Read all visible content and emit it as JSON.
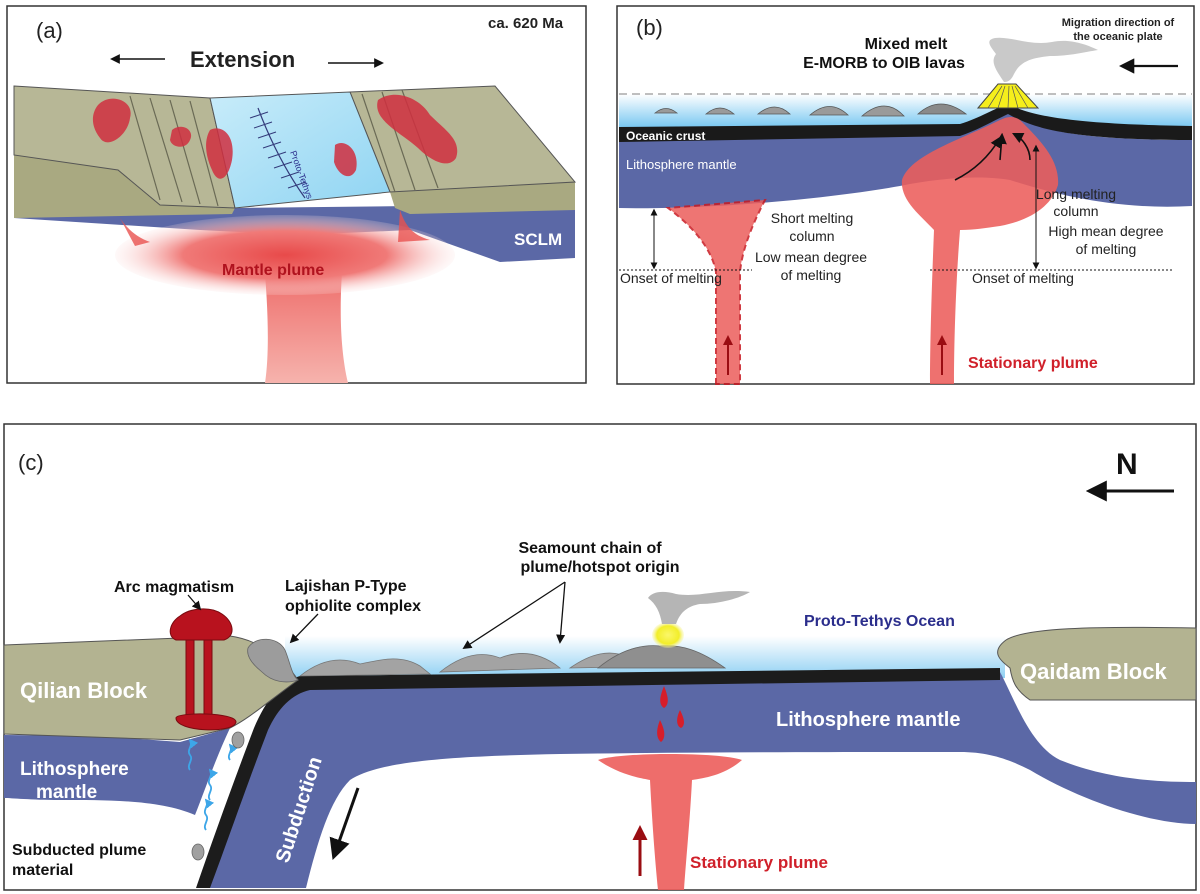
{
  "panel_a": {
    "label": "(a)",
    "age": "ca. 620 Ma",
    "extension": "Extension",
    "proto_tethys": "Proto-Tethys",
    "sclm": "SCLM",
    "mantle_plume": "Mantle plume"
  },
  "panel_b": {
    "label": "(b)",
    "migration_line1": "Migration direction of",
    "migration_line2": "the oceanic plate",
    "mixed_melt_line1": "Mixed melt",
    "mixed_melt_line2": "E-MORB to OIB lavas",
    "oceanic_crust": "Oceanic crust",
    "lithosphere_mantle": "Lithosphere mantle",
    "short_melting_line1": "Short melting",
    "short_melting_line2": "column",
    "low_mean_line1": "Low mean degree",
    "low_mean_line2": "of melting",
    "onset_left": "Onset of melting",
    "long_melting_line1": "Long melting",
    "long_melting_line2": "column",
    "high_mean_line1": "High mean degree",
    "high_mean_line2": "of melting",
    "onset_right": "Onset of melting",
    "stationary_plume": "Stationary plume"
  },
  "panel_c": {
    "label": "(c)",
    "north": "N",
    "seamount_line1": "Seamount chain of",
    "seamount_line2": "plume/hotspot origin",
    "arc_magmatism": "Arc magmatism",
    "lajishan_line1": "Lajishan P-Type",
    "lajishan_line2": "ophiolite complex",
    "proto_tethys_ocean": "Proto-Tethys Ocean",
    "qilian_block": "Qilian Block",
    "qaidam_block": "Qaidam Block",
    "lithosphere_mantle_right": "Lithosphere mantle",
    "lithosphere_left_line1": "Lithosphere",
    "lithosphere_left_line2": "mantle",
    "subduction": "Subduction",
    "subducted_line1": "Subducted plume",
    "subducted_line2": "material",
    "stationary_plume": "Stationary plume"
  },
  "colors": {
    "plume_red": "#e8514f",
    "melt_dark_red": "#b8121e",
    "mantle_blue": "#5b68a6",
    "crust_olive": "#b3b391",
    "ocean_light_blue": "#a8d8f5",
    "seamount_yellow": "#f2ee2a",
    "label_navy": "#2b2e8c"
  }
}
